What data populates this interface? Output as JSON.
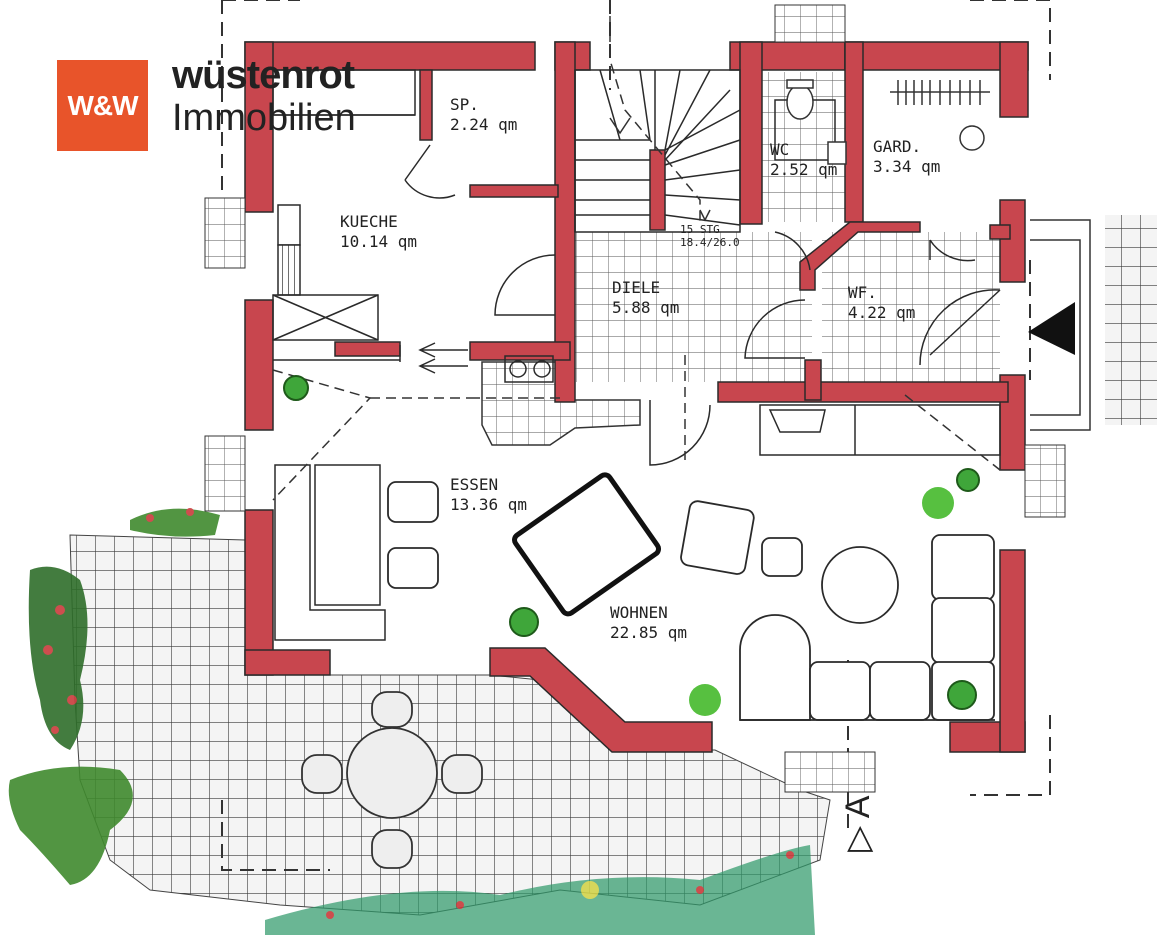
{
  "brand": {
    "logo_text": "W&W",
    "name": "wüstenrot",
    "subtitle": "Immobilien"
  },
  "rooms": [
    {
      "id": "sp",
      "name": "SP.",
      "area": "2.24 qm"
    },
    {
      "id": "kueche",
      "name": "KUECHE",
      "area": "10.14 qm"
    },
    {
      "id": "wc",
      "name": "WC",
      "area": "2.52 qm"
    },
    {
      "id": "gard",
      "name": "GARD.",
      "area": "3.34 qm"
    },
    {
      "id": "diele",
      "name": "DIELE",
      "area": "5.88 qm"
    },
    {
      "id": "wf",
      "name": "WF.",
      "area": "4.22 qm"
    },
    {
      "id": "essen",
      "name": "ESSEN",
      "area": "13.36 qm"
    },
    {
      "id": "wohnen",
      "name": "WOHNEN",
      "area": "22.85 qm"
    }
  ],
  "stairs": {
    "steps": "15 STG",
    "ratio": "18.4/26.0"
  },
  "section_marker": {
    "arrow": "▷",
    "label": "A"
  },
  "colors": {
    "wall": "#c8464e",
    "logo": "#e8542a",
    "line": "#333333",
    "plant": "#3fa63a"
  }
}
